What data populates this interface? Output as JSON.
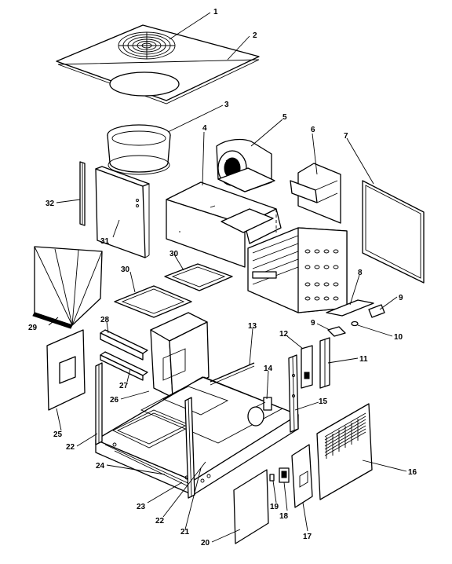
{
  "diagram": {
    "callouts": [
      "1",
      "2",
      "3",
      "4",
      "5",
      "6",
      "7",
      "8",
      "9",
      "9",
      "10",
      "11",
      "12",
      "13",
      "14",
      "15",
      "16",
      "17",
      "18",
      "19",
      "20",
      "21",
      "22",
      "22",
      "23",
      "24",
      "25",
      "26",
      "27",
      "28",
      "29",
      "30",
      "30",
      "31",
      "32"
    ]
  }
}
